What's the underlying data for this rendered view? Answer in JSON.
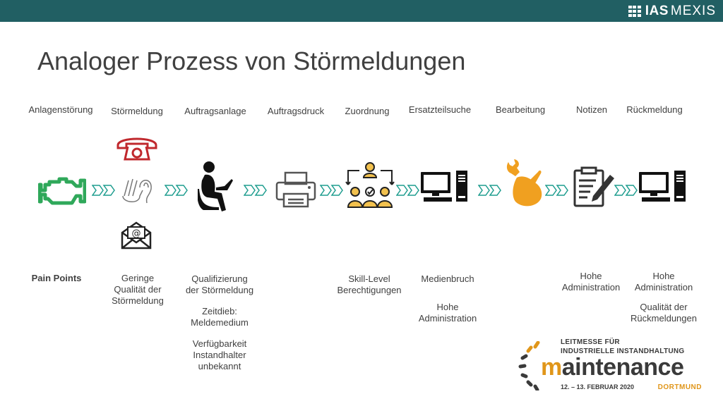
{
  "brand": {
    "ias": "IAS",
    "mexis": "MEXIS"
  },
  "title": "Analoger Prozess von Störmeldungen",
  "steps": [
    {
      "label": "Anlagenstörung"
    },
    {
      "label": "Störmeldung"
    },
    {
      "label": "Auftragsanlage"
    },
    {
      "label": "Auftragsdruck"
    },
    {
      "label": "Zuordnung"
    },
    {
      "label": "Ersatzteilsuche"
    },
    {
      "label": "Bearbeitung"
    },
    {
      "label": "Notizen"
    },
    {
      "label": "Rückmeldung"
    }
  ],
  "pain_points": {
    "title": "Pain Points",
    "stoermeldung": [
      "Geringe",
      "Qualität der",
      "Störmeldung"
    ],
    "auftragsanlage": {
      "a": [
        "Qualifizierung",
        "der Störmeldung"
      ],
      "b": [
        "Zeitdieb:",
        "Meldemedium"
      ],
      "c": [
        "Verfügbarkeit",
        "Instandhalter",
        "unbekannt"
      ]
    },
    "zuordnung": [
      "Skill-Level",
      "Berechtigungen"
    ],
    "ersatzteilsuche": {
      "a": [
        "Medienbruch"
      ],
      "b": [
        "Hohe",
        "Administration"
      ]
    },
    "notizen": [
      "Hohe",
      "Administration"
    ],
    "rueckmeldung": {
      "a": [
        "Hohe",
        "Administration"
      ],
      "b": [
        "Qualität der",
        "Rückmeldungen"
      ]
    }
  },
  "event": {
    "line1": "LEITMESSE FÜR",
    "line2": "INDUSTRIELLE INSTANDHALTUNG",
    "name_first": "m",
    "name_rest": "aintenance",
    "date": "12. – 13. FEBRUAR 2020",
    "city": "DORTMUND"
  },
  "colors": {
    "topbar": "#215f63",
    "engine": "#2fa85a",
    "phone": "#c0282d",
    "chevron": "#1f9d8f",
    "accent": "#e0961a"
  },
  "icons": [
    "engine-warning-icon",
    "phone-icon",
    "sign-language-icon",
    "email-icon",
    "person-laptop-icon",
    "printer-icon",
    "team-assignment-icon",
    "computer-icon",
    "wrench-hand-icon",
    "notepad-pen-icon",
    "computer-icon"
  ]
}
